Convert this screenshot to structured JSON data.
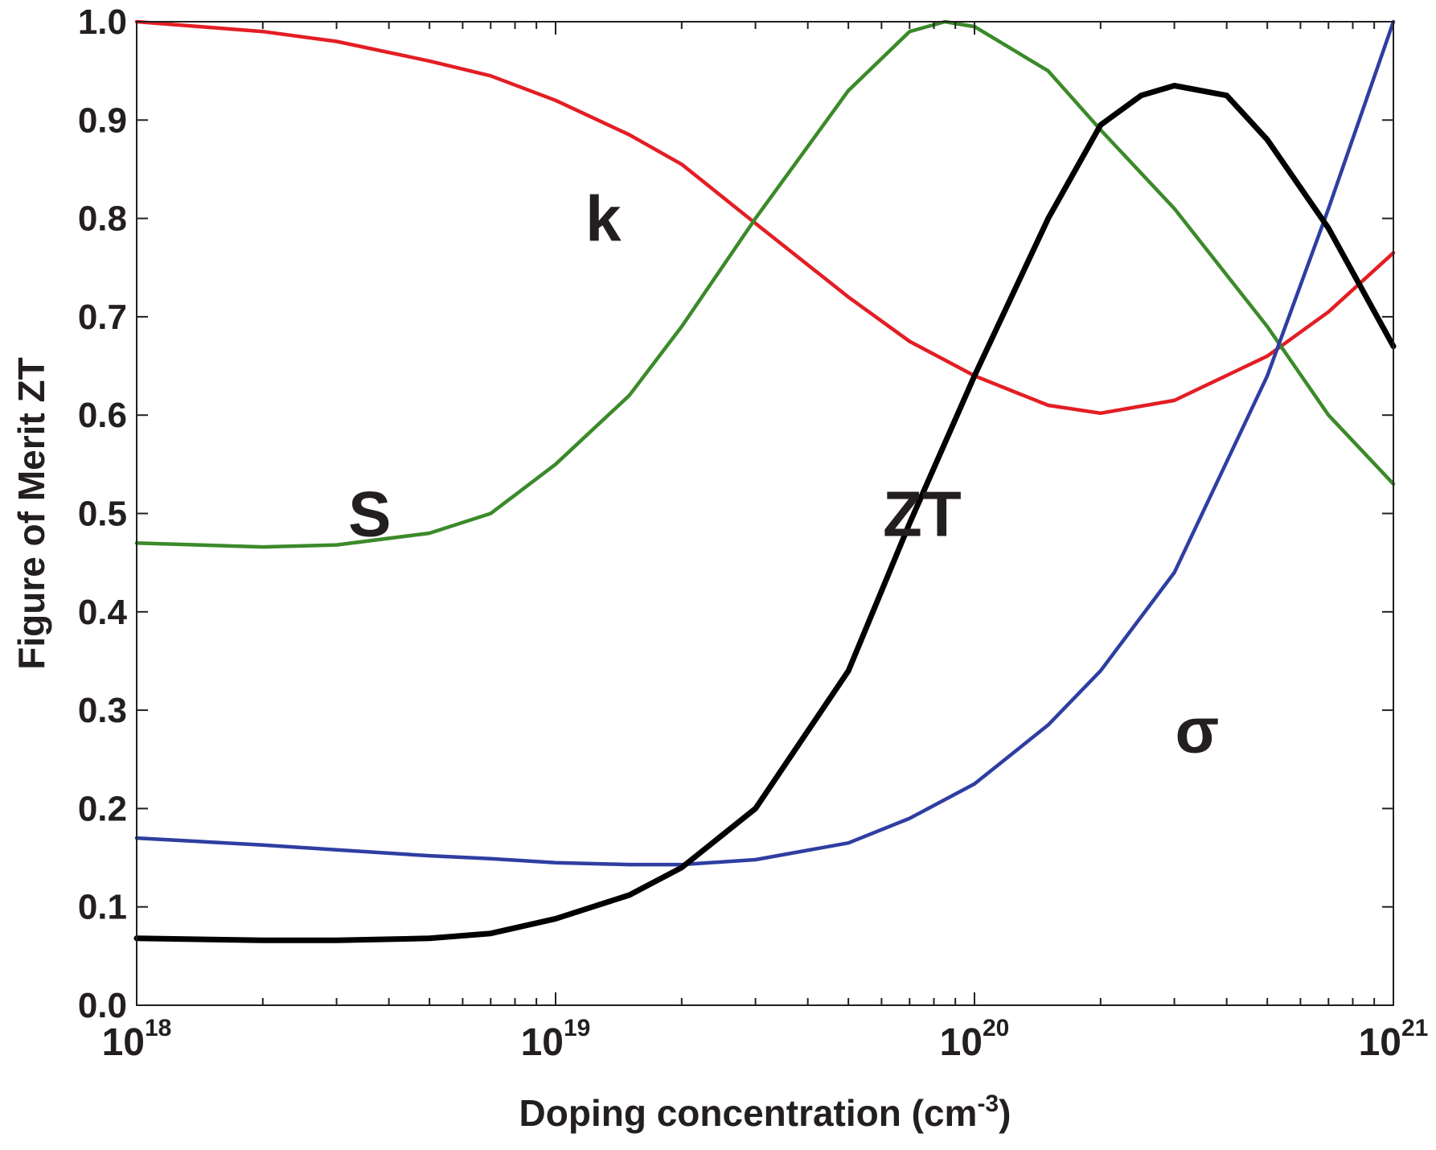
{
  "chart_data": {
    "type": "line",
    "xlabel": "Doping concentration (cm",
    "xlabel_sup": "-3",
    "xlabel_end": ")",
    "ylabel": "Figure of Merit ZT",
    "x_scale": "log",
    "xlim": [
      1e+18,
      1e+21
    ],
    "ylim": [
      0.0,
      1.0
    ],
    "grid": false,
    "y_ticks": [
      {
        "value": 0.0,
        "label": "0.0"
      },
      {
        "value": 0.1,
        "label": "0.1"
      },
      {
        "value": 0.2,
        "label": "0.2"
      },
      {
        "value": 0.3,
        "label": "0.3"
      },
      {
        "value": 0.4,
        "label": "0.4"
      },
      {
        "value": 0.5,
        "label": "0.5"
      },
      {
        "value": 0.6,
        "label": "0.6"
      },
      {
        "value": 0.7,
        "label": "0.7"
      },
      {
        "value": 0.8,
        "label": "0.8"
      },
      {
        "value": 0.9,
        "label": "0.9"
      },
      {
        "value": 1.0,
        "label": "1.0"
      }
    ],
    "x_ticks": [
      {
        "value": 1e+18,
        "base": "10",
        "exp": "18"
      },
      {
        "value": 1e+19,
        "base": "10",
        "exp": "19"
      },
      {
        "value": 1e+20,
        "base": "10",
        "exp": "20"
      },
      {
        "value": 1e+21,
        "base": "10",
        "exp": "21"
      }
    ],
    "series": [
      {
        "name": "k",
        "color": "#e31e24",
        "x": [
          1e+18,
          2e+18,
          3e+18,
          5e+18,
          7e+18,
          1e+19,
          1.5e+19,
          2e+19,
          3e+19,
          5e+19,
          7e+19,
          1e+20,
          1.5e+20,
          2e+20,
          3e+20,
          5e+20,
          7e+20,
          1e+21
        ],
        "y": [
          1.0,
          0.99,
          0.98,
          0.96,
          0.945,
          0.92,
          0.885,
          0.855,
          0.795,
          0.72,
          0.675,
          0.64,
          0.61,
          0.602,
          0.615,
          0.66,
          0.705,
          0.765
        ]
      },
      {
        "name": "S",
        "color": "#3b8a2a",
        "x": [
          1e+18,
          2e+18,
          3e+18,
          5e+18,
          7e+18,
          1e+19,
          1.5e+19,
          2e+19,
          3e+19,
          5e+19,
          7e+19,
          8.5e+19,
          1e+20,
          1.5e+20,
          2e+20,
          3e+20,
          5e+20,
          7e+20,
          1e+21
        ],
        "y": [
          0.47,
          0.466,
          0.468,
          0.48,
          0.5,
          0.55,
          0.62,
          0.69,
          0.8,
          0.93,
          0.99,
          1.0,
          0.995,
          0.95,
          0.89,
          0.81,
          0.69,
          0.6,
          0.53
        ]
      },
      {
        "name": "σ",
        "color": "#2e3ea1",
        "x": [
          1e+18,
          2e+18,
          3e+18,
          5e+18,
          7e+18,
          1e+19,
          1.5e+19,
          2e+19,
          3e+19,
          5e+19,
          7e+19,
          1e+20,
          1.5e+20,
          2e+20,
          3e+20,
          5e+20,
          7e+20,
          1e+21
        ],
        "y": [
          0.17,
          0.163,
          0.158,
          0.152,
          0.149,
          0.145,
          0.143,
          0.143,
          0.148,
          0.165,
          0.19,
          0.225,
          0.285,
          0.34,
          0.44,
          0.64,
          0.81,
          1.0
        ]
      },
      {
        "name": "ZT",
        "color": "#000000",
        "x": [
          1e+18,
          2e+18,
          3e+18,
          5e+18,
          7e+18,
          1e+19,
          1.5e+19,
          2e+19,
          3e+19,
          5e+19,
          7e+19,
          1e+20,
          1.5e+20,
          2e+20,
          2.5e+20,
          3e+20,
          4e+20,
          5e+20,
          7e+20,
          1e+21
        ],
        "y": [
          0.068,
          0.066,
          0.066,
          0.068,
          0.073,
          0.088,
          0.112,
          0.14,
          0.2,
          0.34,
          0.49,
          0.64,
          0.8,
          0.895,
          0.925,
          0.935,
          0.925,
          0.88,
          0.79,
          0.67
        ]
      }
    ],
    "annotations": [
      {
        "text": "k",
        "series": "k",
        "x": 1.3e+19,
        "y": 0.8
      },
      {
        "text": "S",
        "series": "S",
        "x": 3.6e+18,
        "y": 0.5
      },
      {
        "text": "ZT",
        "series": "ZT",
        "x": 7.5e+19,
        "y": 0.5
      },
      {
        "text": "σ",
        "series": "σ",
        "x": 3.4e+20,
        "y": 0.28
      }
    ]
  }
}
